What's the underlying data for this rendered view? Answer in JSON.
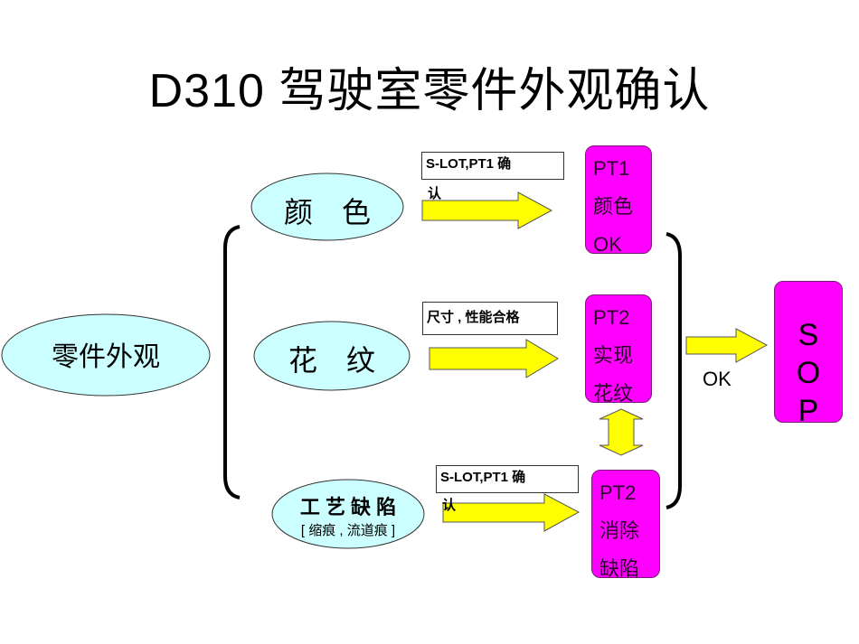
{
  "title": "D310 驾驶室零件外观确认",
  "root": {
    "label": "零件外观"
  },
  "branches": [
    {
      "label": "颜　色",
      "note": "S-LOT,PT1 确",
      "note_wrap": "认",
      "result": [
        "PT1",
        "颜色",
        "OK"
      ]
    },
    {
      "label": "花　纹",
      "note": "尺寸 , 性能合格",
      "result": [
        "PT2",
        "实现",
        "花纹"
      ]
    },
    {
      "label": "工 艺 缺 陷",
      "sublabel": "[ 缩痕 , 流道痕 ]",
      "note": "S-LOT,PT1 确",
      "note_wrap": "认",
      "result": [
        "PT2",
        "消除",
        "缺陷"
      ]
    }
  ],
  "final": {
    "ok_label": "OK",
    "letters": [
      "S",
      "O",
      "P"
    ]
  },
  "colors": {
    "ellipse_fill": "#ccffff",
    "arrow_fill": "#ffff00",
    "box_fill": "#ff00ff"
  }
}
